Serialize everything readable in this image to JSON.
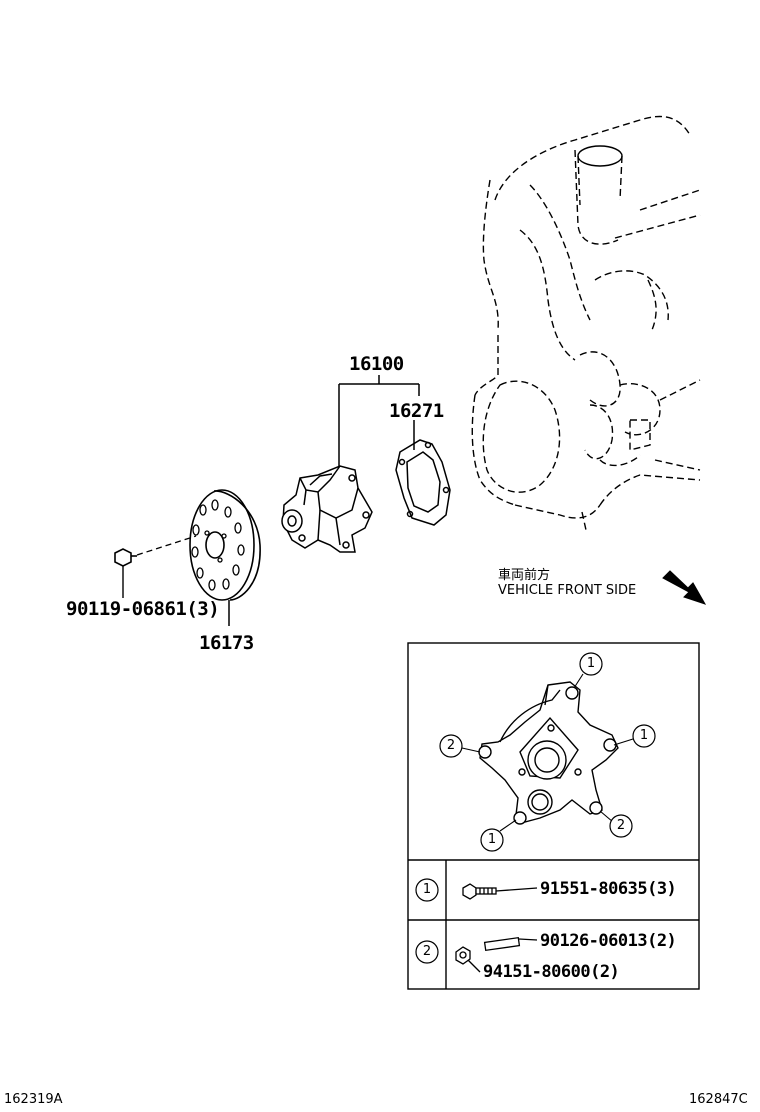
{
  "parts": {
    "water_pump_assy": "16100",
    "gasket": "16271",
    "pulley": "16173",
    "pulley_bolt": "90119-06861(3)"
  },
  "direction_note": {
    "japanese": "車両前方",
    "english": "VEHICLE FRONT SIDE"
  },
  "detail_legend": [
    {
      "marker": "1",
      "parts": [
        "91551-80635(3)"
      ]
    },
    {
      "marker": "2",
      "parts": [
        "90126-06013(2)",
        "94151-80600(2)"
      ]
    }
  ],
  "detail_markers": [
    "1",
    "1",
    "1",
    "2",
    "2"
  ],
  "footer": {
    "left_code": "162319A",
    "right_code": "162847C"
  }
}
